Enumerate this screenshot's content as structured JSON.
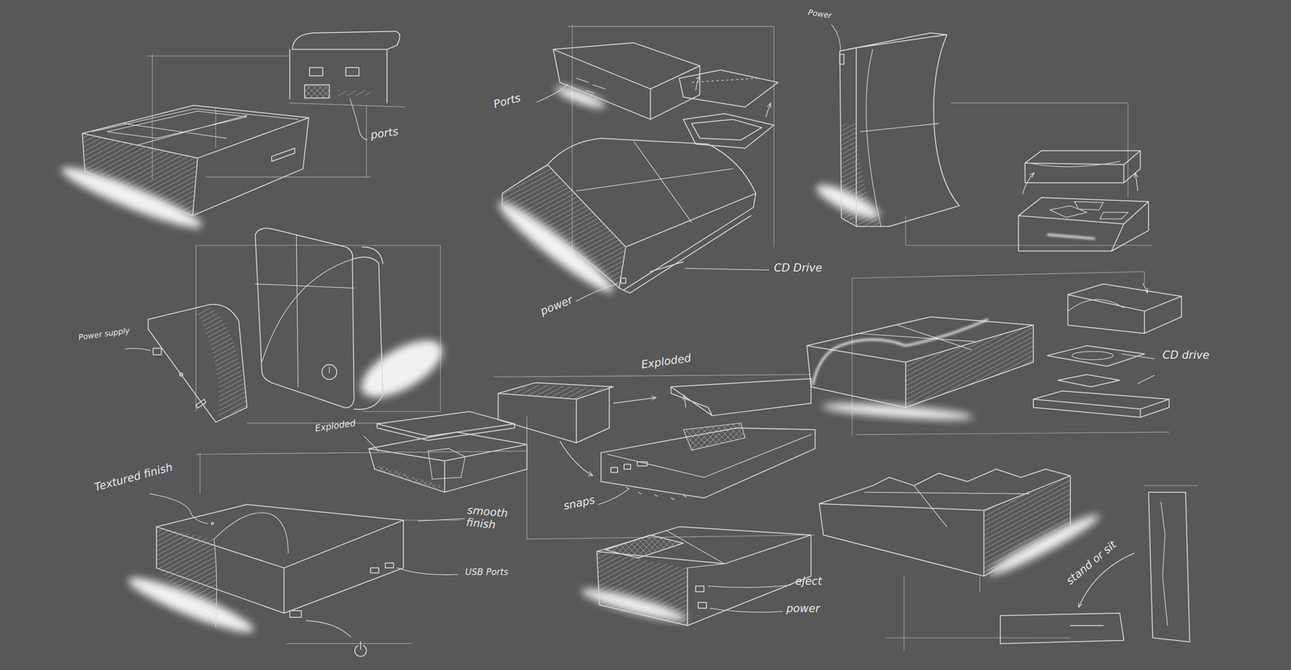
{
  "diagram": {
    "labels": [
      "ports",
      "Power supply",
      "Ports",
      "Power",
      "power",
      "CD Drive",
      "Exploded",
      "Exploded",
      "CD drive",
      "snaps",
      "Textured finish",
      "smooth finish",
      "USB Ports",
      "eject",
      "power",
      "stand or sit"
    ]
  }
}
